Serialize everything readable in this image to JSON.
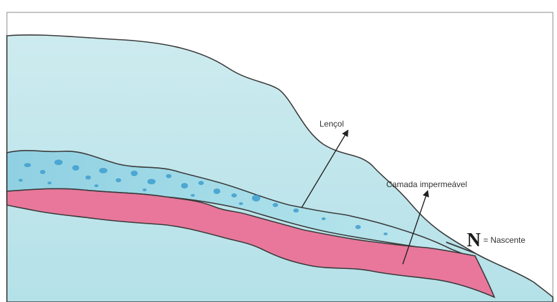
{
  "labels": {
    "lencol": "Lençol",
    "camada": "Camada impermeável",
    "n_letter": "N",
    "nascente": "= Nascente"
  },
  "colors": {
    "sky": "#ffffff",
    "soil": "#bfe7ec",
    "soil_dark": "#a6dbe3",
    "aquifer": "#9fd8e6",
    "bubble": "#3f9fcf",
    "impermeable": "#e8779b",
    "outline": "#3a3a3a"
  },
  "icons": {
    "arrow": "arrow-icon"
  }
}
